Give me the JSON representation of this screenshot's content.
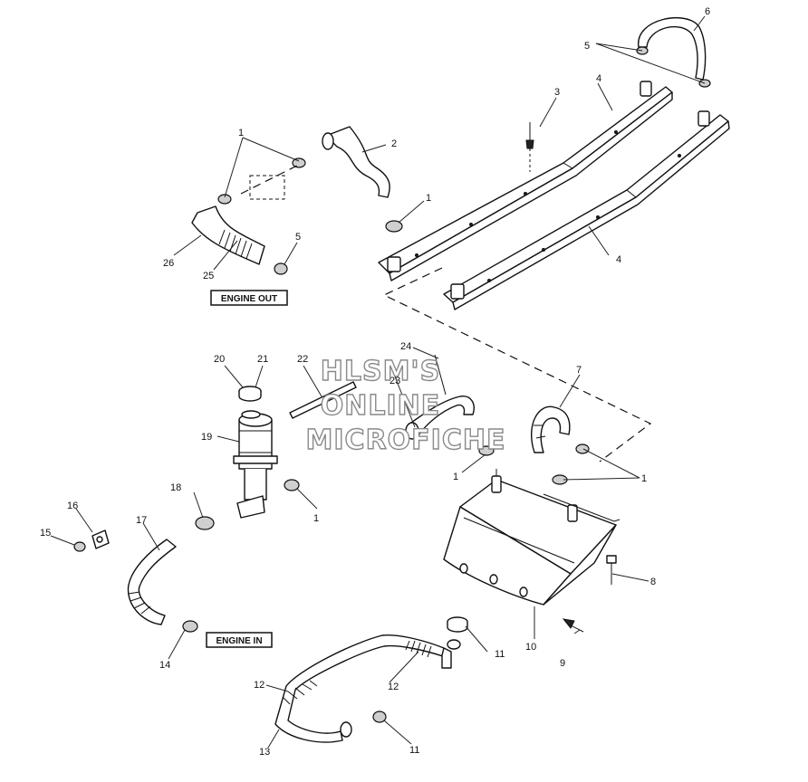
{
  "labels": {
    "engine_out": "ENGINE OUT",
    "engine_in": "ENGINE IN"
  },
  "watermark": [
    "HLSM'S",
    "ONLINE",
    "MICROFICHE"
  ],
  "callouts": {
    "c1a": "1",
    "c1b": "1",
    "c1c": "1",
    "c1d": "1",
    "c1e": "1",
    "c2": "2",
    "c3": "3",
    "c4a": "4",
    "c4b": "4",
    "c5a": "5",
    "c5b": "5",
    "c6": "6",
    "c7": "7",
    "c8": "8",
    "c9": "9",
    "c10": "10",
    "c11a": "11",
    "c11b": "11",
    "c12a": "12",
    "c12b": "12",
    "c13": "13",
    "c14": "14",
    "c15": "15",
    "c16": "16",
    "c17": "17",
    "c18": "18",
    "c19": "19",
    "c20": "20",
    "c21": "21",
    "c22": "22",
    "c23": "23",
    "c24": "24",
    "c25": "25",
    "c26": "26"
  }
}
